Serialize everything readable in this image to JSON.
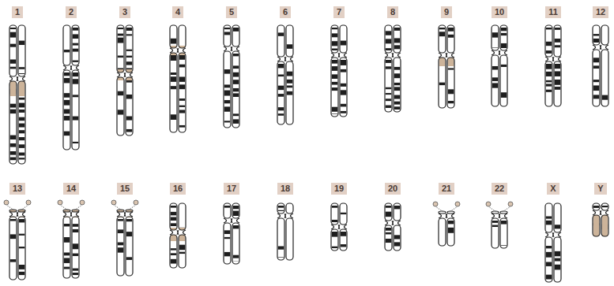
{
  "diagram": {
    "nodes": [
      {
        "text": [
          "1"
        ]
      },
      {
        "text": [
          "2"
        ]
      },
      {
        "text": [
          "3"
        ]
      },
      {
        "text": [
          "4"
        ]
      },
      {
        "text": [
          "5"
        ]
      },
      {
        "text": [
          "6"
        ]
      },
      {
        "text": [
          "7"
        ]
      },
      {
        "text": [
          "8"
        ]
      },
      {
        "text": [
          "9"
        ]
      },
      {
        "text": [
          "10"
        ]
      },
      {
        "text": [
          "11"
        ]
      },
      {
        "text": [
          "12"
        ]
      },
      {
        "text": [
          "13"
        ]
      },
      {
        "text": [
          "14"
        ]
      },
      {
        "text": [
          "15"
        ]
      },
      {
        "text": [
          "16"
        ]
      },
      {
        "text": [
          "17"
        ]
      },
      {
        "text": [
          "18"
        ]
      },
      {
        "text": [
          "19"
        ]
      },
      {
        "text": [
          "20"
        ]
      },
      {
        "text": [
          "21"
        ]
      },
      {
        "text": [
          "22"
        ]
      },
      {
        "text": [
          "X"
        ]
      },
      {
        "text": [
          "Y"
        ]
      }
    ]
  }
}
